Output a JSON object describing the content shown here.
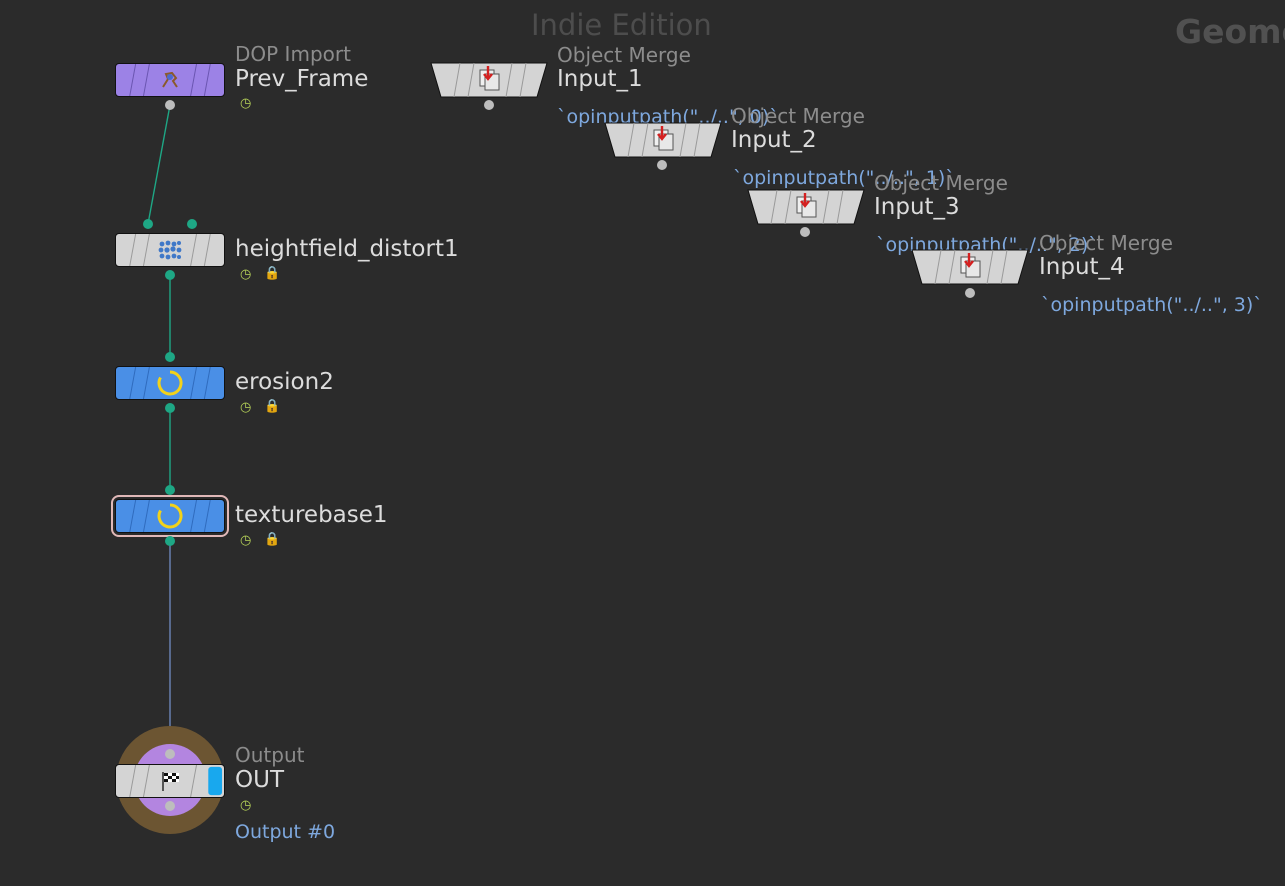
{
  "header": {
    "watermark": "Indie Edition",
    "context_label": "Geome"
  },
  "nodes": {
    "prev_frame": {
      "type": "DOP Import",
      "name": "Prev_Frame",
      "color": "#9c82e6"
    },
    "input_1": {
      "type": "Object Merge",
      "name": "Input_1",
      "path": "`opinputpath(\"../..\", 0)`"
    },
    "input_2": {
      "type": "Object Merge",
      "name": "Input_2",
      "path": "`opinputpath(\"../..\", 1)`"
    },
    "input_3": {
      "type": "Object Merge",
      "name": "Input_3",
      "path": "`opinputpath(\"../..\", 2)`"
    },
    "input_4": {
      "type": "Object Merge",
      "name": "Input_4",
      "path": "`opinputpath(\"../..\", 3)`"
    },
    "heightfield_distort": {
      "name": "heightfield_distort1"
    },
    "erosion": {
      "name": "erosion2",
      "color": "#4a8fe6"
    },
    "texturebase": {
      "name": "texturebase1",
      "color": "#4a8fe6"
    },
    "out": {
      "type": "Output",
      "name": "OUT",
      "output_label": "Output #0"
    }
  },
  "icons": {
    "clock": "clock-icon",
    "lock": "lock-icon",
    "spinner": "cook-spinner-icon",
    "merge": "object-merge-icon",
    "flag": "checkered-flag-icon"
  },
  "colors": {
    "wire_teal": "#1ea785",
    "wire_blue": "#6b86b8",
    "background": "#2b2b2b"
  }
}
